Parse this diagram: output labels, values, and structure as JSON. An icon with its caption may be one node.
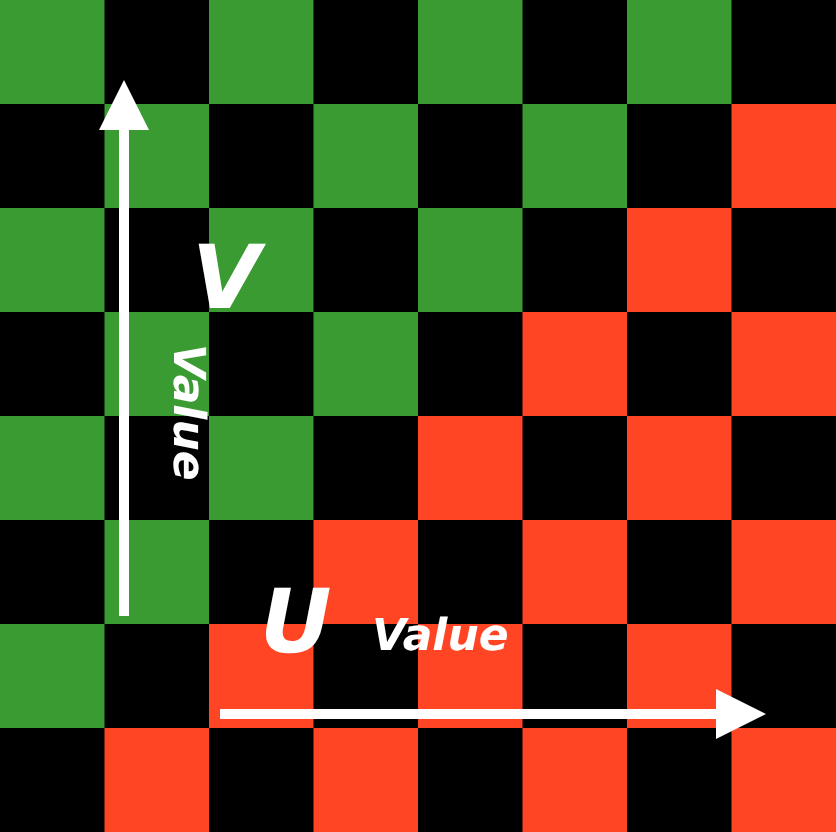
{
  "diagram": {
    "labels": [
      "V",
      "Value",
      "U",
      "Value"
    ]
  }
}
